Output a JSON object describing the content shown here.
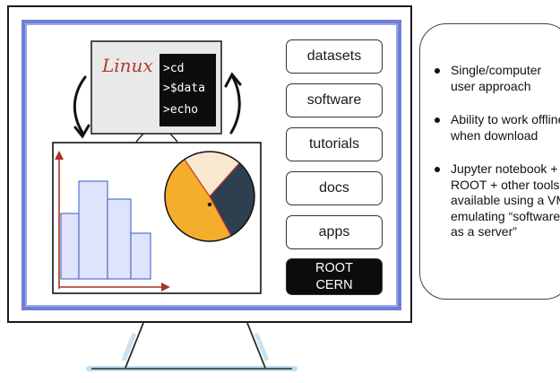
{
  "terminal": {
    "brand": "Linux",
    "lines": [
      ">cd",
      ">$data",
      ">echo"
    ]
  },
  "menu": {
    "buttons": [
      "datasets",
      "software",
      "tutorials",
      "docs",
      "apps"
    ],
    "root_button": [
      "ROOT",
      "CERN"
    ]
  },
  "features": [
    "Single/computer user approach",
    "Ability to work offline when download",
    "Jupyter notebook + ROOT + other tools available using a VM emulating “software as a server”"
  ],
  "colors": {
    "screen_border": "#6f7fd6",
    "bar_fill": "#dde4fb",
    "bar_stroke": "#5a6fcf",
    "axis": "#a8342a",
    "pie_orange": "#f5ad2c",
    "pie_peach": "#f9e7cf",
    "pie_slate": "#2e3f50",
    "stand": "#9fcbe8"
  }
}
